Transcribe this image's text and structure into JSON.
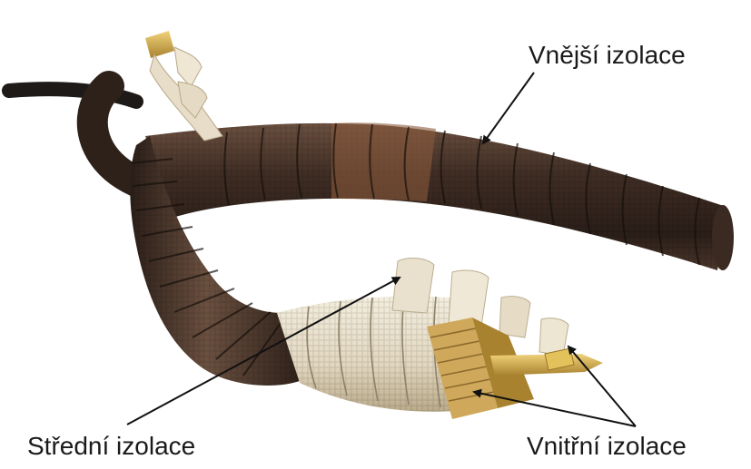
{
  "labels": {
    "outer": "Vnější izolace",
    "middle": "Střední izolace",
    "inner": "Vnitřní izolace"
  },
  "colors": {
    "background": "#ffffff",
    "outer_insulation": "#3a2a22",
    "outer_insulation_light": "#6b5040",
    "middle_insulation": "#e7ddc8",
    "middle_insulation_shadow": "#b9aa8a",
    "inner_insulation": "#c9a55e",
    "copper_conductor": "#d8b24a",
    "cable": "#1e1a18",
    "arrow": "#111111",
    "label_text": "#1a1a1a"
  }
}
